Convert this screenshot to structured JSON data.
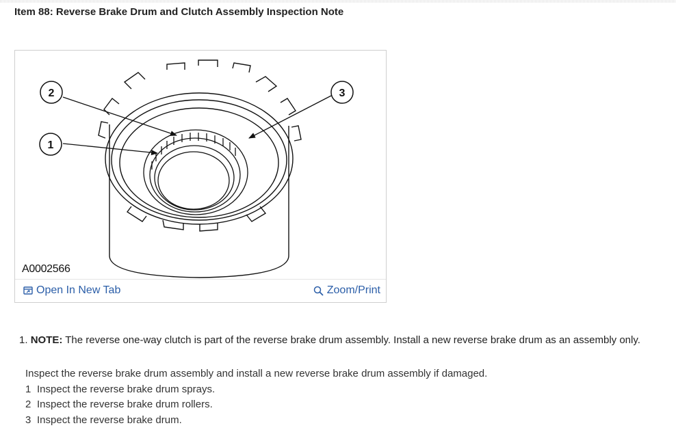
{
  "document": {
    "title": "Item 88: Reverse Brake Drum and Clutch Assembly Inspection Note"
  },
  "figure": {
    "code": "A0002566",
    "callouts": [
      "1",
      "2",
      "3"
    ],
    "open_tab_label": "Open In New Tab",
    "zoom_label": "Zoom/Print",
    "icons": {
      "open_tab": "open-new-tab-icon",
      "zoom": "magnifier-icon"
    },
    "link_color": "#2b5ea8"
  },
  "steps": [
    {
      "number": "1.",
      "note_label": "NOTE:",
      "note_text": " The reverse one-way clutch is part of the reverse brake drum assembly. Install a new reverse brake drum as an assembly only."
    }
  ],
  "inspection": {
    "intro": "Inspect the reverse brake drum assembly and install a new reverse brake drum assembly if damaged.",
    "items": [
      {
        "num": "1",
        "text": "Inspect the reverse brake drum sprays."
      },
      {
        "num": "2",
        "text": "Inspect the reverse brake drum rollers."
      },
      {
        "num": "3",
        "text": "Inspect the reverse brake drum."
      }
    ]
  }
}
